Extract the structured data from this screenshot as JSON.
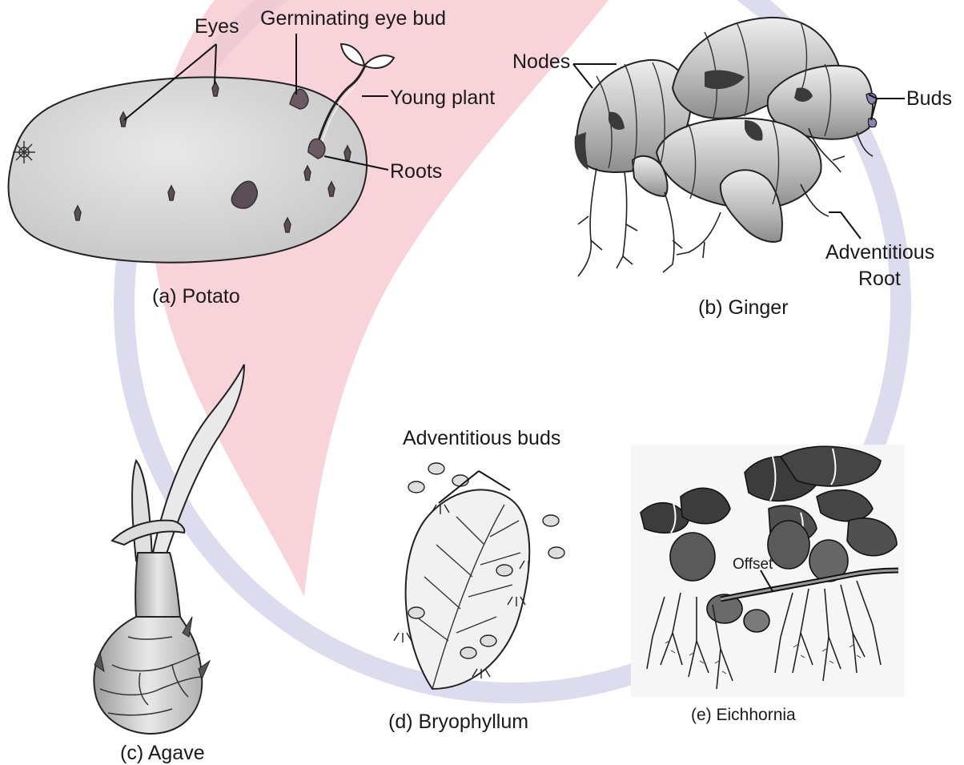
{
  "colors": {
    "watermark_ring": "#d9d9ec",
    "watermark_swoosh": "#f7c9cf",
    "potato_fill": "#d8d8d8",
    "ginger_fill": "#bdbdbd",
    "dark_band": "#3a3a3a",
    "leaf_fill": "#e6e6e6"
  },
  "panels": {
    "potato": {
      "caption": "(a) Potato",
      "labels": {
        "eyes": "Eyes",
        "germinating_eye_bud": "Germinating eye bud",
        "young_plant": "Young plant",
        "roots": "Roots"
      }
    },
    "ginger": {
      "caption": "(b) Ginger",
      "labels": {
        "nodes": "Nodes",
        "buds": "Buds",
        "adventitious_root_line1": "Adventitious",
        "adventitious_root_line2": "Root"
      }
    },
    "agave": {
      "caption": "(c) Agave"
    },
    "bryophyllum": {
      "caption": "(d) Bryophyllum",
      "labels": {
        "adventitious_buds": "Adventitious buds"
      }
    },
    "eichhornia": {
      "caption": "(e) Eichhornia",
      "labels": {
        "offset": "Offset"
      }
    }
  }
}
